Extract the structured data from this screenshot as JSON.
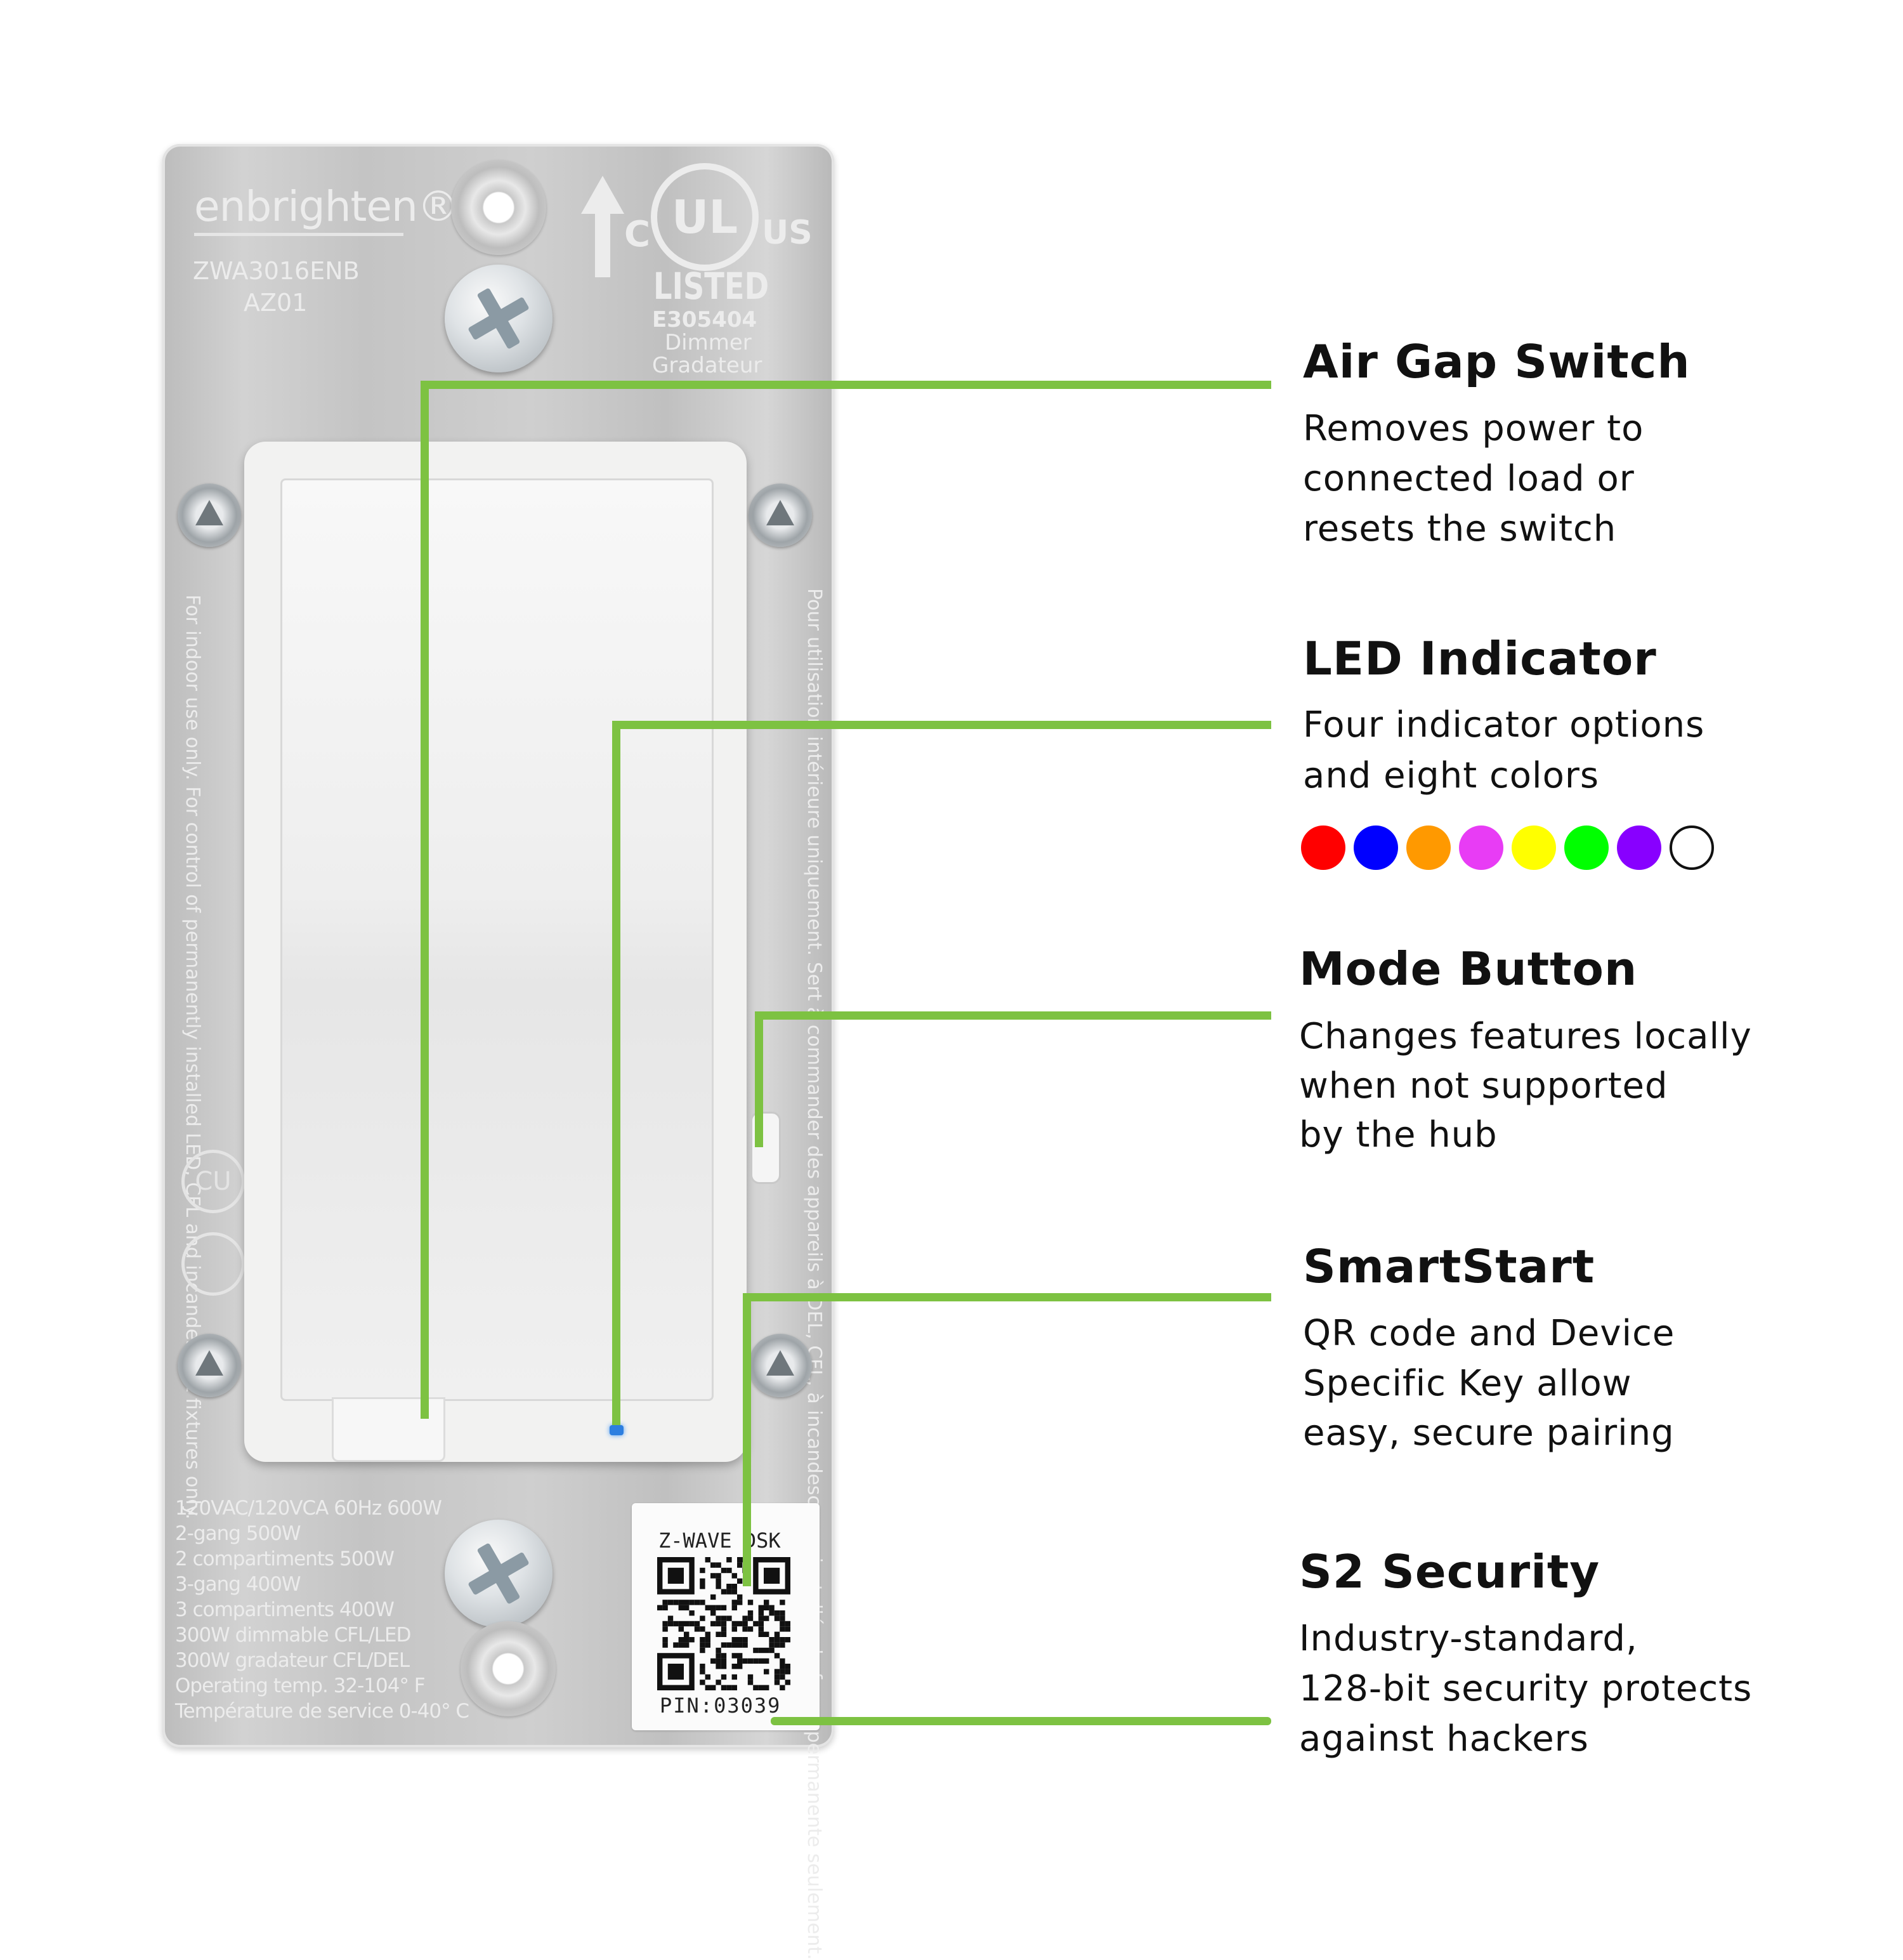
{
  "plate": {
    "brand": "enbrighten®",
    "model": "ZWA3016ENB",
    "revision": "AZ01",
    "ul_c": "C",
    "ul_mark": "UL",
    "ul_us": "US",
    "ul_listed": "LISTED",
    "ul_file": "E305404",
    "type_en": "Dimmer",
    "type_fr": "Gradateur",
    "side_left": "For indoor use only. For control of permanently installed LED, CFL and incandescent fixtures only.",
    "side_right": "Pour utilisation intérieure uniquement. Sert à commander des appareils à DEL, CFL, à incandescence installés de façon permanente seulement.",
    "cert_cu": "CU",
    "ratings": [
      "120VAC/120VCA 60Hz 600W",
      "2-gang 500W",
      "2 compartiments 500W",
      "3-gang 400W",
      "3 compartiments 400W",
      "300W dimmable CFL/LED",
      "300W gradateur CFL/DEL",
      "Operating temp. 32-104° F",
      "Température de service 0-40° C"
    ]
  },
  "dsk_label": {
    "title": "Z-WAVE DSK",
    "pin": "PIN:03039"
  },
  "accent_color": "#7dc242",
  "features": [
    {
      "title": "Air Gap Switch",
      "lines": [
        "Removes power to",
        "connected load or",
        "resets the switch"
      ]
    },
    {
      "title": "LED Indicator",
      "lines": [
        "Four indicator options",
        "and eight colors"
      ]
    },
    {
      "title": "Mode Button",
      "lines": [
        "Changes features locally",
        "when not supported",
        "by the hub"
      ]
    },
    {
      "title": "SmartStart",
      "lines": [
        "QR code and Device",
        "Specific Key allow",
        "easy, secure pairing"
      ]
    },
    {
      "title": "S2 Security",
      "lines": [
        "Industry-standard,",
        "128-bit security protects",
        "against hackers"
      ]
    }
  ],
  "led_colors": [
    "#ff0000",
    "#0000ff",
    "#ff9900",
    "#e83cf5",
    "#ffff00",
    "#00ff00",
    "#8800ff",
    "#ffffff"
  ]
}
